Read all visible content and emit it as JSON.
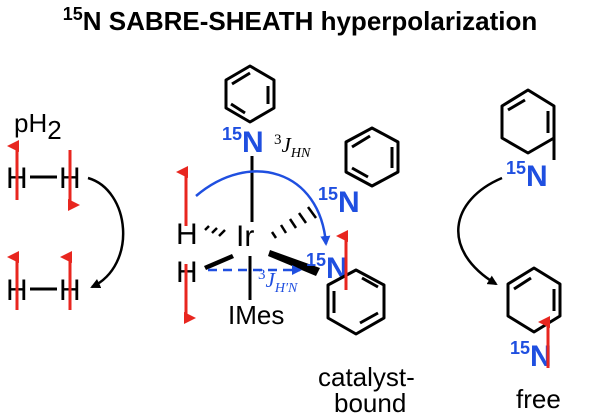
{
  "title": {
    "isotope_mass": "15",
    "text": "N SABRE-SHEATH hyperpolarization"
  },
  "parahydrogen": {
    "label_main": "pH",
    "label_sub": "2",
    "atom_top_left": "H",
    "atom_top_right": "H",
    "atom_bottom_left": "H",
    "atom_bottom_right": "H"
  },
  "complex": {
    "metal": "Ir",
    "hydride_top": "H",
    "hydride_bottom": "H",
    "ligand": "IMes",
    "axial_n_mass": "15",
    "axial_n": "N",
    "equatorial_n_mass": "15",
    "equatorial_n": "N",
    "bound_n_mass": "15",
    "bound_n": "N",
    "coupling_hn": {
      "prefix": "3",
      "symbol": "J",
      "subscript": "HN"
    },
    "coupling_h2n": {
      "prefix": "3",
      "symbol": "J",
      "subscript": "H′N"
    },
    "caption_line1": "catalyst-",
    "caption_line2": "bound"
  },
  "free_pyridine": {
    "top_n_mass": "15",
    "top_n": "N",
    "bottom_n_mass": "15",
    "bottom_n": "N",
    "caption": "free"
  },
  "colors": {
    "spin_arrow": "#e8261f",
    "nitrogen_label": "#1f4fe0",
    "coupling_arrow": "#1f4fe0",
    "bond": "#000000"
  },
  "icons": {
    "spin_up": "red-up-arrow-icon",
    "spin_down": "red-down-arrow-icon",
    "exchange_arrow": "curved-arrow-icon"
  }
}
